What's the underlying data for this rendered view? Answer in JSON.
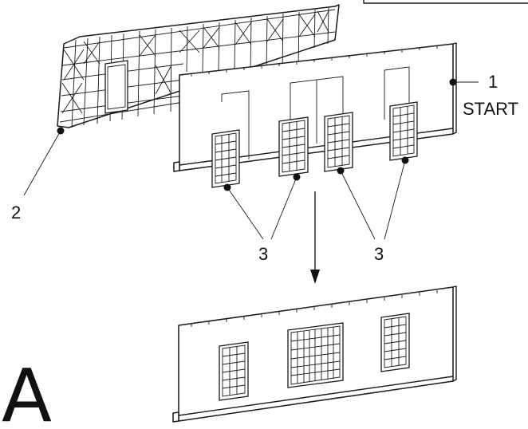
{
  "callouts": {
    "c1": "1",
    "start": "START",
    "c2": "2",
    "c3_left": "3",
    "c3_right": "3"
  },
  "step_letter": "A"
}
